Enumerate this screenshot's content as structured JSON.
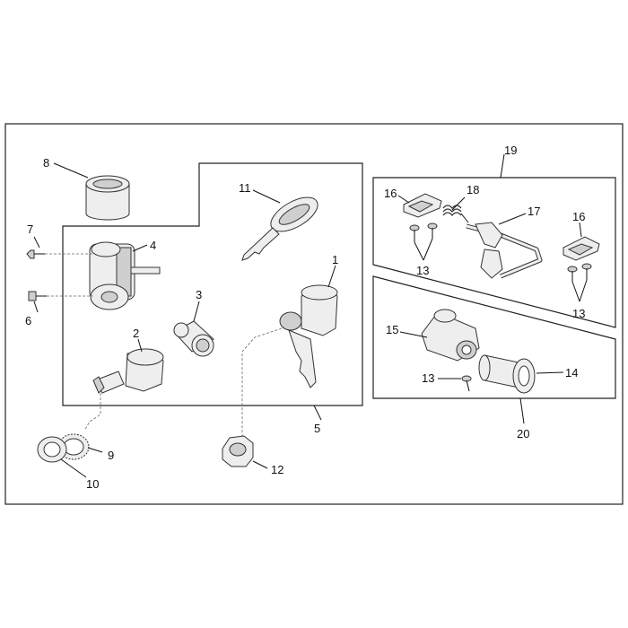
{
  "callouts": {
    "c1": "1",
    "c2": "2",
    "c3": "3",
    "c4": "4",
    "c5": "5",
    "c6": "6",
    "c7": "7",
    "c8": "8",
    "c9": "9",
    "c10": "10",
    "c11": "11",
    "c12": "12",
    "c13a": "13",
    "c13b": "13",
    "c13c": "13",
    "c14": "14",
    "c15": "15",
    "c16a": "16",
    "c16b": "16",
    "c17": "17",
    "c18": "18",
    "c19": "19",
    "c20": "20"
  }
}
